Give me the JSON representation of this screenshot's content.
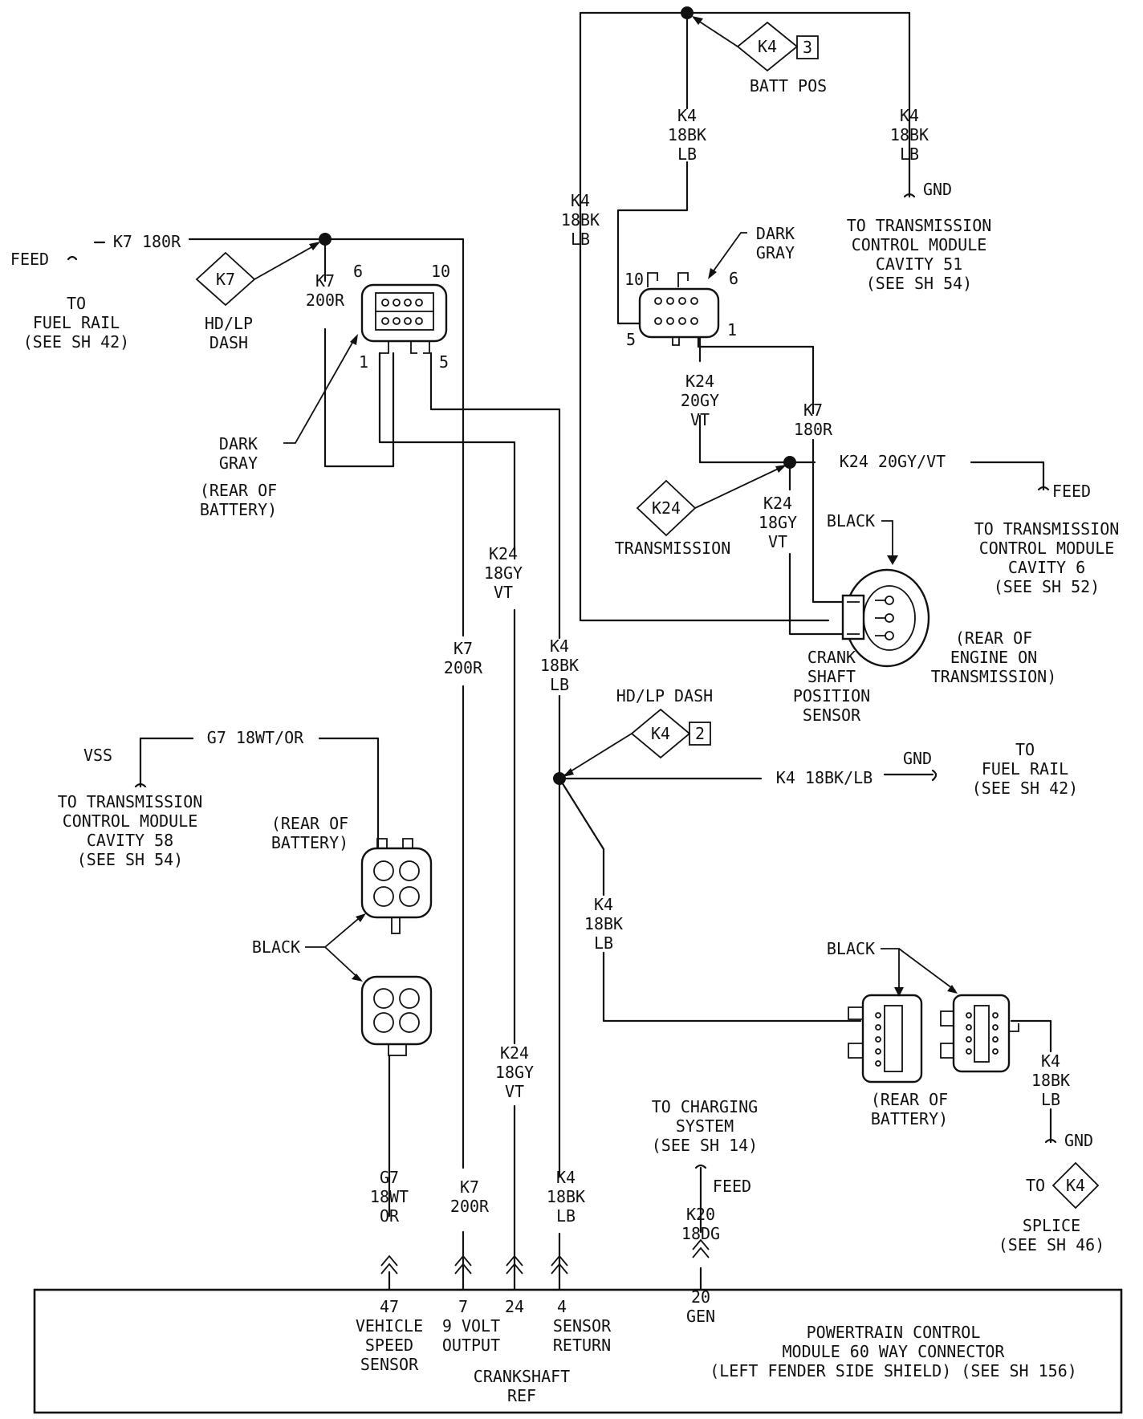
{
  "splices": {
    "k4_top": {
      "id": "K4",
      "num": "3",
      "label": "BATT POS"
    },
    "k7": {
      "id": "K7",
      "label_lines": [
        "HD/LP",
        "DASH"
      ]
    },
    "k24": {
      "id": "K24",
      "label": "TRANSMISSION"
    },
    "k4_mid": {
      "id": "K4",
      "num": "2",
      "label": "HD/LP DASH"
    },
    "k4_splice": {
      "id": "K4"
    }
  },
  "wire_labels": {
    "k4_top_left": [
      "K4",
      "18BK",
      "LB"
    ],
    "k4_top_mid": [
      "K4",
      "18BK",
      "LB"
    ],
    "k4_top_right": [
      "K4",
      "18BK",
      "LB"
    ],
    "k7_180r": "K7 180R",
    "k7_200r_top": [
      "K7",
      "200R"
    ],
    "k24_20gy_vt": [
      "K24",
      "20GY",
      "VT"
    ],
    "k7_180r_vert": [
      "K7",
      "180R"
    ],
    "k24_20gy_vt_h": "K24 20GY/VT",
    "k24_18gy_vt_mid": [
      "K24",
      "18GY",
      "VT"
    ],
    "k24_18gy_vt_left": [
      "K24",
      "18GY",
      "VT"
    ],
    "k7_200r_mid": [
      "K7",
      "200R"
    ],
    "k4_18bk_lb_mid": [
      "K4",
      "18BK",
      "LB"
    ],
    "g7_18wt_or_h": "G7 18WT/OR",
    "k4_18bk_lb_h": "K4 18BK/LB",
    "k4_18bk_lb_lower": [
      "K4",
      "18BK",
      "LB"
    ],
    "k4_18bk_lb_right": [
      "K4",
      "18BK",
      "LB"
    ],
    "k24_18gy_vt_low": [
      "K24",
      "18GY",
      "VT"
    ],
    "g7_bottom": [
      "G7",
      "18WT",
      "OR"
    ],
    "k7_bottom": [
      "K7",
      "200R"
    ],
    "k4_bottom": [
      "K4",
      "18BK",
      "LB"
    ],
    "k20_bottom": [
      "K20",
      "18DG"
    ]
  },
  "refs": {
    "gnd_tcm51": {
      "tag": "GND",
      "lines": [
        "TO TRANSMISSION",
        "CONTROL MODULE",
        "CAVITY 51",
        "(SEE SH 54)"
      ]
    },
    "feed_fuel_rail": {
      "tag": "FEED",
      "lines": [
        "TO",
        "FUEL RAIL",
        "(SEE SH 42)"
      ]
    },
    "feed_tcm6": {
      "tag": "FEED",
      "lines": [
        "TO TRANSMISSION",
        "CONTROL MODULE",
        "CAVITY 6",
        "(SEE SH 52)"
      ]
    },
    "vss_tcm58": {
      "tag": "VSS",
      "lines": [
        "TO TRANSMISSION",
        "CONTROL MODULE",
        "CAVITY 58",
        "(SEE SH 54)"
      ]
    },
    "gnd_fuel_rail": {
      "tag": "GND",
      "lines": [
        "TO",
        "FUEL RAIL",
        "(SEE SH 42)"
      ]
    },
    "charging": {
      "tag": "FEED",
      "lines": [
        "TO CHARGING",
        "SYSTEM",
        "(SEE SH 14)"
      ]
    },
    "gnd_splice": {
      "tag": "GND",
      "to": "TO",
      "lines": [
        "SPLICE",
        "(SEE SH 46)"
      ]
    }
  },
  "connectors": {
    "c1": {
      "pin_a": "6",
      "pin_b": "10",
      "pin_c": "1",
      "pin_d": "5",
      "color": [
        "DARK",
        "GRAY"
      ],
      "loc": [
        "(REAR OF",
        "BATTERY)"
      ]
    },
    "c2": {
      "pin_a": "10",
      "pin_b": "6",
      "pin_c": "5",
      "pin_d": "1",
      "color": [
        "DARK",
        "GRAY"
      ]
    },
    "ckp": {
      "color": "BLACK",
      "name": [
        "CRANK",
        "SHAFT",
        "POSITION",
        "SENSOR"
      ],
      "loc": [
        "(REAR OF",
        "ENGINE ON",
        "TRANSMISSION)"
      ]
    },
    "vss": {
      "loc": [
        "(REAR OF",
        "BATTERY)"
      ],
      "color": "BLACK"
    },
    "c4": {
      "color": "BLACK",
      "loc": [
        "(REAR OF",
        "BATTERY)"
      ]
    }
  },
  "pcm": {
    "title_lines": [
      "POWERTRAIN CONTROL",
      "MODULE 60 WAY CONNECTOR",
      "(LEFT FENDER SIDE SHIELD) (SEE SH 156)"
    ],
    "pins": [
      {
        "num": "47",
        "lines": [
          "VEHICLE",
          "SPEED",
          "SENSOR"
        ]
      },
      {
        "num": "7",
        "lines": [
          "9 VOLT",
          "OUTPUT"
        ]
      },
      {
        "num": "24",
        "lines": [
          "CRANKSHAFT",
          "REF"
        ]
      },
      {
        "num": "4",
        "lines": [
          "SENSOR",
          "RETURN"
        ]
      },
      {
        "num": "20",
        "lines": [
          "GEN"
        ]
      }
    ]
  }
}
